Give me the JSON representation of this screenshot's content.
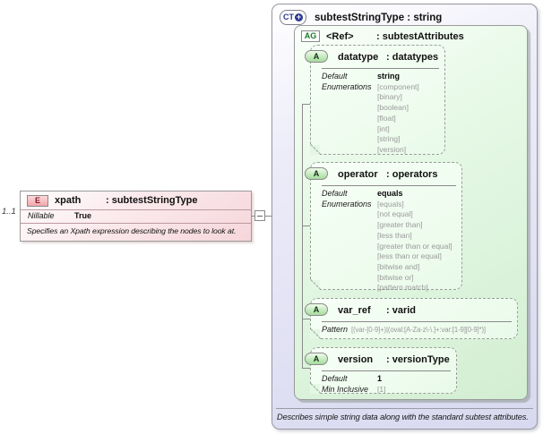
{
  "cardinality": "1..1",
  "element": {
    "badge": "E",
    "name": "xpath",
    "type": ": subtestStringType",
    "nillable_label": "Nillable",
    "nillable_value": "True",
    "description": "Specifies an Xpath expression describing the nodes to look at."
  },
  "ct": {
    "badge": "CT",
    "plus": "+",
    "title": "subtestStringType : string",
    "note": "Describes simple string data along with the standard subtest attributes.",
    "ag": {
      "badge": "AG",
      "name": "<Ref>",
      "type": ": subtestAttributes"
    },
    "attrs": [
      {
        "badge": "A",
        "name": "datatype",
        "type": ": datatypes",
        "labels": [
          "Default",
          "Enumerations"
        ],
        "vals": [
          "string",
          "[component]",
          "[binary]",
          "[boolean]",
          "[float]",
          "[int]",
          "[string]",
          "[version]"
        ]
      },
      {
        "badge": "A",
        "name": "operator",
        "type": ": operators",
        "labels": [
          "Default",
          "Enumerations"
        ],
        "vals": [
          "equals",
          "[equals]",
          "[not equal]",
          "[greater than]",
          "[less than]",
          "[greater than or equal]",
          "[less than or equal]",
          "[bitwise and]",
          "[bitwise or]",
          "[pattern match]"
        ]
      },
      {
        "badge": "A",
        "name": "var_ref",
        "type": ": varid",
        "labels": [
          "Pattern"
        ],
        "vals": [
          "[(var-[0-9]+)|(oval:[A-Za-z\\-\\.]+:var:[1-9][0-9]*)]"
        ]
      },
      {
        "badge": "A",
        "name": "version",
        "type": ": versionType",
        "labels": [
          "Default",
          "Min Inclusive"
        ],
        "vals": [
          "1",
          "[1]"
        ]
      }
    ]
  },
  "colors": {
    "ct_fill": "#d8d8f0",
    "ct_badge_text": "#2b3990",
    "ag_fill": "#ddf3dd",
    "ag_badge_text": "#1c7a2a",
    "attr_fill": "#eefbee",
    "attr_badge_fill": "#a4db9d",
    "element_fill": "#f5d6db",
    "e_badge_text": "#7c1f28",
    "enum_text": "#9a9a9a",
    "connector_line": "#8a8a8a"
  }
}
